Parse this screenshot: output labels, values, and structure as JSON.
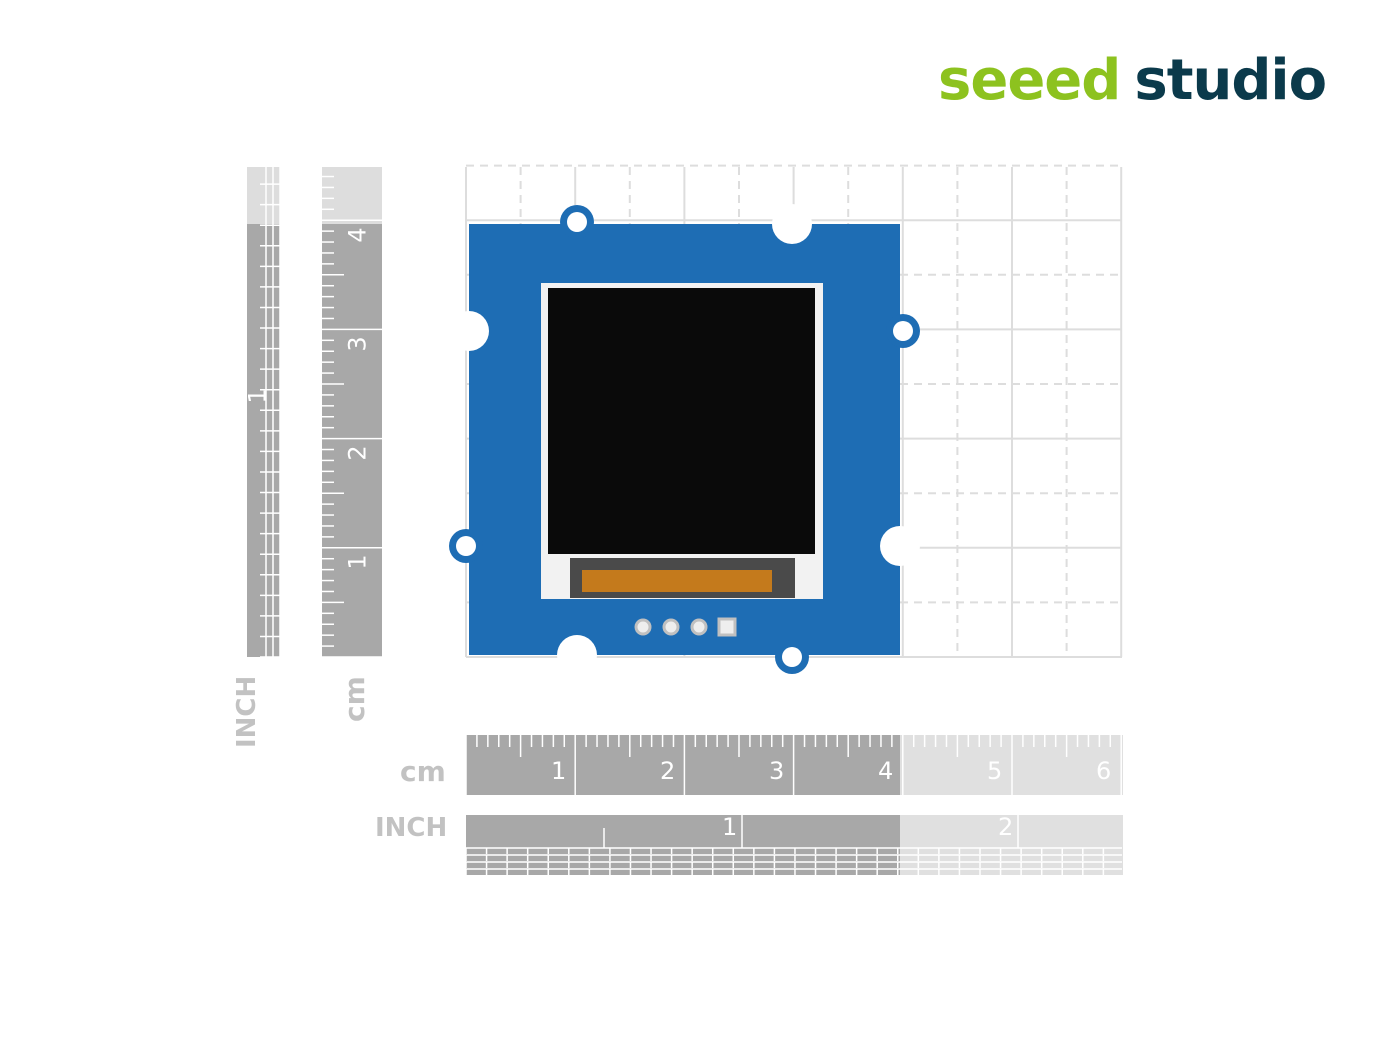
{
  "logo": {
    "part1": "seeed",
    "part2": "studio",
    "colors": {
      "seeed": "#8dc21f",
      "studio": "#0b3a4b"
    }
  },
  "rulers": {
    "cm_label": "cm",
    "inch_label": "INCH",
    "cm_ticks": [
      "1",
      "2",
      "3",
      "4",
      "5",
      "6"
    ],
    "inch_ticks": [
      "1",
      "2"
    ],
    "vertical_cm_ticks": [
      "1",
      "2",
      "3",
      "4"
    ],
    "vertical_inch_ticks": [
      "1"
    ]
  },
  "board": {
    "color": "#1e6db4",
    "screen_color": "#0a0a0a"
  }
}
